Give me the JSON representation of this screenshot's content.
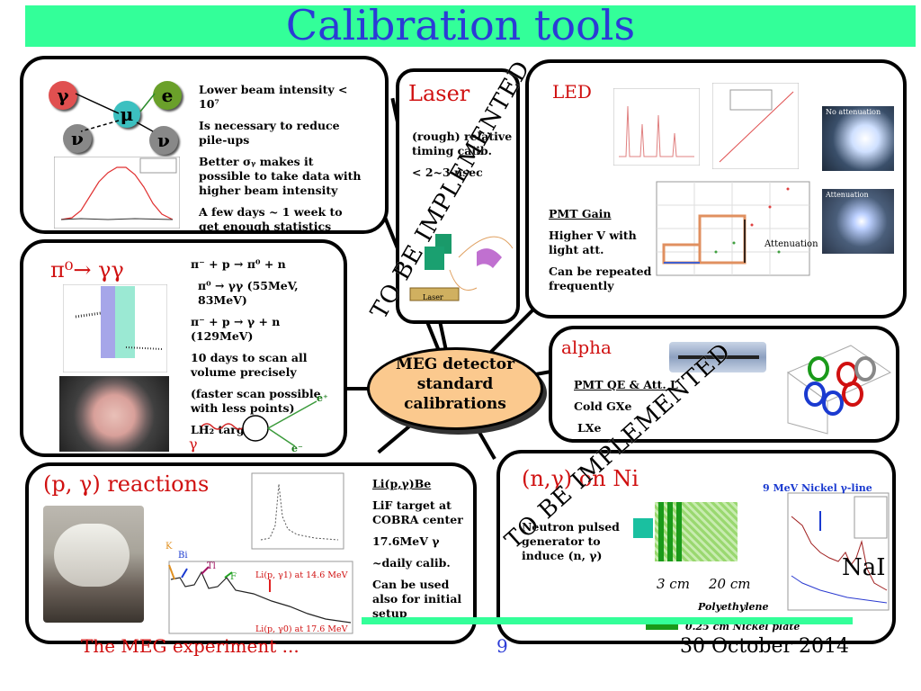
{
  "title": "Calibration tools",
  "center": {
    "line1": "MEG detector",
    "line2": "standard",
    "line3": "calibrations"
  },
  "beam": {
    "particles": {
      "gamma": "γ",
      "e": "e",
      "mu": "μ",
      "nu1": "ν",
      "nu2": "ν"
    },
    "lines": [
      "Lower beam intensity < 10⁷",
      "Is necessary to reduce pile-ups",
      "Better σᵧ makes it possible to take data with higher beam intensity",
      "A few days ~ 1 week to get enough statistics"
    ]
  },
  "laser": {
    "title": "Laser",
    "lines": [
      "(rough) relative timing calib.",
      "< 2~3 nsec"
    ],
    "box_label": "Laser",
    "stamp": "TO BE IMPLEMENTED"
  },
  "led": {
    "title": "LED",
    "pmt_gain": "PMT Gain",
    "lines": [
      "Higher V with light att.",
      "Can be repeated frequently"
    ],
    "photo_labels": [
      "No attenuation",
      "Attenuation"
    ],
    "plot_label": "Attenuation"
  },
  "pi0": {
    "title": "π⁰→ γγ",
    "lines": [
      "π⁻ + p → π⁰ + n",
      "π⁰ → γγ (55MeV, 83MeV)",
      "π⁻ + p → γ + n (129MeV)",
      "10 days to scan all volume precisely",
      "(faster scan possible with less points)",
      "LH₂ target"
    ],
    "eplus": "e⁺",
    "eminus": "e⁻",
    "gamma": "γ"
  },
  "alpha": {
    "title": "alpha",
    "lines": [
      "PMT QE & Att. L",
      "Cold GXe",
      "LXe"
    ]
  },
  "pgamma": {
    "title": "(p, γ) reactions",
    "lines": [
      "Li(p,γ)Be",
      "LiF target at COBRA center",
      "17.6MeV γ",
      "~daily calib.",
      "Can be used also for initial setup"
    ],
    "labels": {
      "k": "K",
      "bi": "Bi",
      "tl": "Tl",
      "f": "F",
      "l1": "Li(p, γ1) at 14.6 MeV",
      "l0": "Li(p, γ0) at 17.6 MeV"
    }
  },
  "ngamma": {
    "title": "(n,γ) on Ni",
    "lines": [
      "Neutron pulsed generator to induce (n, γ)"
    ],
    "dims": {
      "d1": "3 cm",
      "d2": "20 cm"
    },
    "poly": "Polyethylene",
    "nickel": "0.25 cm Nickel plate",
    "nai": "NaI",
    "line_label": "9 MeV Nickel γ-line",
    "stamp": "TO BE IMPLEMENTED"
  },
  "footer": {
    "left": "The MEG experiment ...",
    "page": "9",
    "date": "30 October 2014"
  },
  "colors": {
    "title": "#2b3bd6",
    "accent_red": "#d01010",
    "bar_green": "#33ff99",
    "oval": "#fbc98e"
  }
}
